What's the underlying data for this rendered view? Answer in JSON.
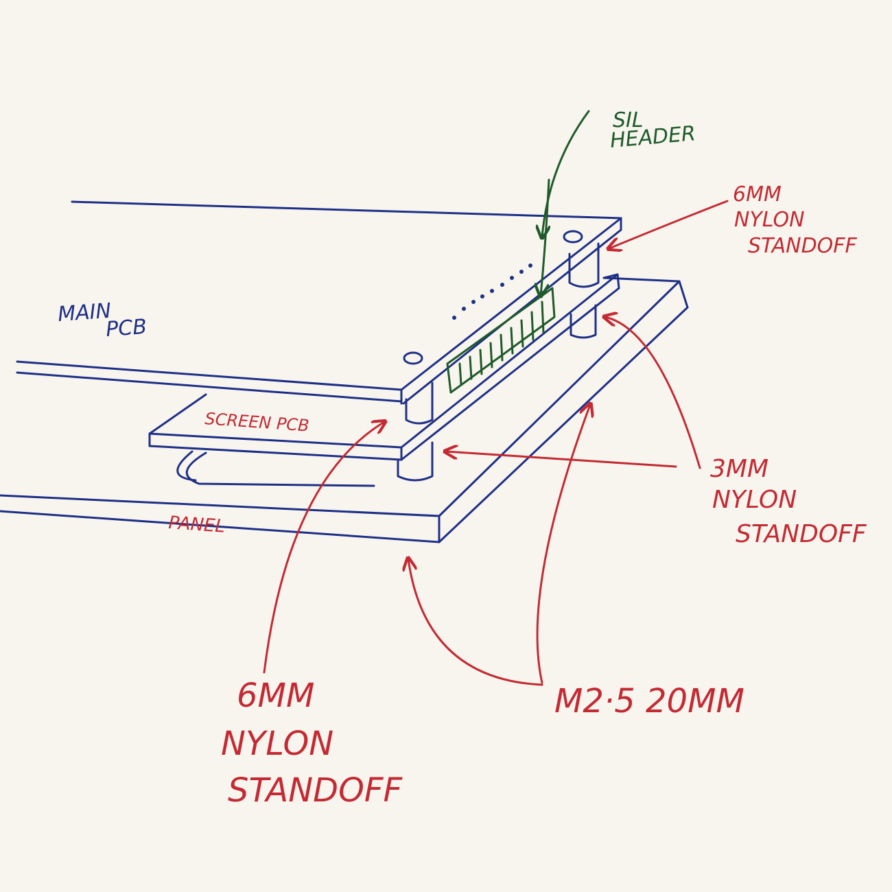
{
  "colors": {
    "paper": "#f7f5ee",
    "blue_ink": "#1f2f86",
    "red_ink": "#c42a33",
    "green_ink": "#1f5a2a"
  },
  "labels": {
    "main_pcb_line1": "MAIN",
    "main_pcb_line2": "PCB",
    "screen_pcb": "SCREEN PCB",
    "panel": "PANEL",
    "sil_header_line1": "SIL",
    "sil_header_line2": "HEADER",
    "standoff_6mm_top_line1": "6MM",
    "standoff_6mm_top_line2": "NYLON",
    "standoff_6mm_top_line3": "STANDOFF",
    "standoff_3mm_line1": "3MM",
    "standoff_3mm_line2": "NYLON",
    "standoff_3mm_line3": "STANDOFF",
    "screw": "M2·5 20MM",
    "standoff_6mm_bottom_line1": "6MM",
    "standoff_6mm_bottom_line2": "NYLON",
    "standoff_6mm_bottom_line3": "STANDOFF"
  }
}
